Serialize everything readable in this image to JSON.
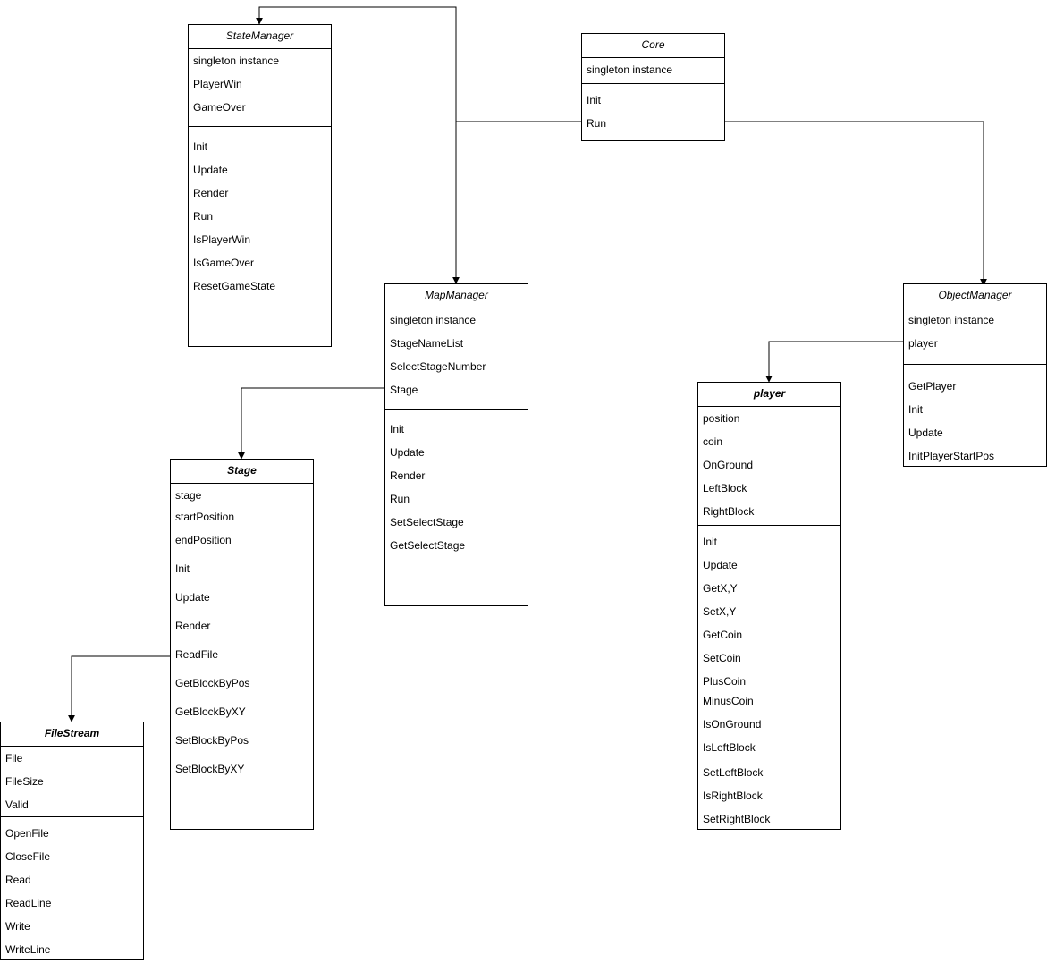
{
  "diagram": {
    "classes": {
      "state_manager": {
        "name": "StateManager",
        "attributes": [
          "singleton instance",
          "PlayerWin",
          "GameOver"
        ],
        "methods": [
          "Init",
          "Update",
          "Render",
          "Run",
          "IsPlayerWin",
          "IsGameOver",
          "ResetGameState"
        ]
      },
      "core": {
        "name": "Core",
        "attributes": [
          "singleton instance"
        ],
        "methods": [
          "Init",
          "Run"
        ]
      },
      "map_manager": {
        "name": "MapManager",
        "attributes": [
          "singleton instance",
          "StageNameList",
          "SelectStageNumber",
          "Stage"
        ],
        "methods": [
          "Init",
          "Update",
          "Render",
          "Run",
          "SetSelectStage",
          "GetSelectStage"
        ]
      },
      "object_manager": {
        "name": "ObjectManager",
        "attributes": [
          "singleton instance",
          "player"
        ],
        "methods": [
          "GetPlayer",
          "Init",
          "Update",
          "InitPlayerStartPos"
        ]
      },
      "player": {
        "name": "player",
        "attributes": [
          "position",
          "coin",
          "OnGround",
          "LeftBlock",
          "RightBlock"
        ],
        "methods": [
          "Init",
          "Update",
          "GetX,Y",
          "SetX,Y",
          "GetCoin",
          "SetCoin",
          "PlusCoin",
          "MinusCoin",
          "IsOnGround",
          "IsLeftBlock",
          "SetLeftBlock",
          "IsRightBlock",
          "SetRightBlock"
        ]
      },
      "stage": {
        "name": "Stage",
        "attributes": [
          "stage",
          "startPosition",
          "endPosition"
        ],
        "methods": [
          "Init",
          "Update",
          "Render",
          "ReadFile",
          "GetBlockByPos",
          "GetBlockByXY",
          "SetBlockByPos",
          "SetBlockByXY"
        ]
      },
      "file_stream": {
        "name": "FileStream",
        "attributes": [
          "File",
          "FileSize",
          "Valid"
        ],
        "methods": [
          "OpenFile",
          "CloseFile",
          "Read",
          "ReadLine",
          "Write",
          "WriteLine"
        ]
      }
    }
  }
}
